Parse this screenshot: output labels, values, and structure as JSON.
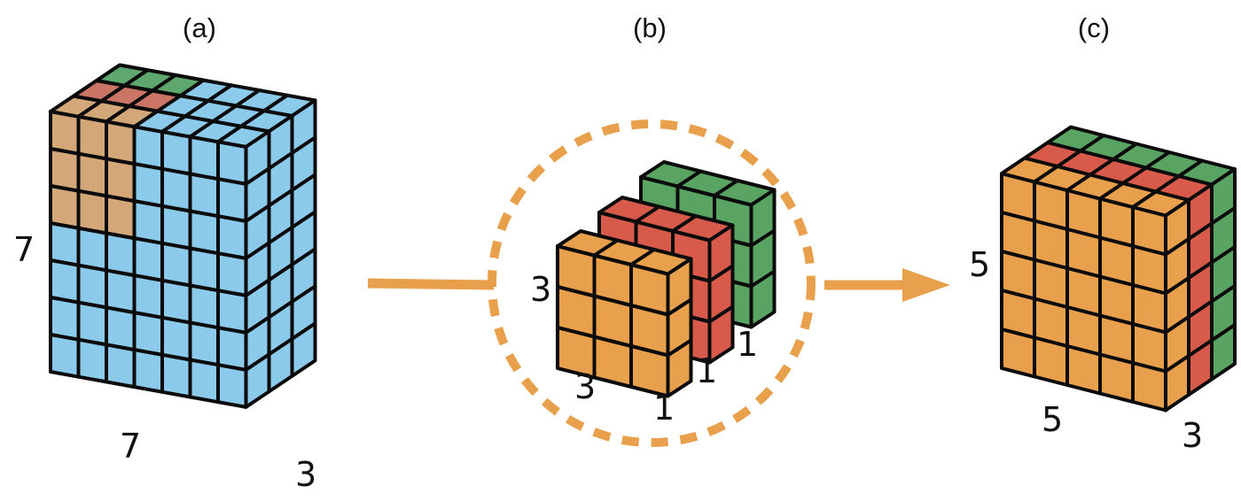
{
  "colors": {
    "blue": "#8ccaec",
    "orange": "#e8a04c",
    "orange_overlay": "#d9a46e",
    "red": "#d75a4a",
    "red_overlay": "#cf6e5a",
    "green": "#5aa463",
    "arrow": "#e8a04c",
    "stroke": "#0b0b0b"
  },
  "panels": {
    "a": {
      "label": "(a)",
      "height_label": "7",
      "width_label": "7",
      "depth_label": "3"
    },
    "b": {
      "label": "(b)",
      "height_label": "3",
      "width_label": "3",
      "depth_label_orange": "1",
      "depth_label_red": "1",
      "depth_label_green": "1"
    },
    "c": {
      "label": "(c)",
      "height_label": "5",
      "width_label": "5",
      "depth_label": "3"
    }
  }
}
